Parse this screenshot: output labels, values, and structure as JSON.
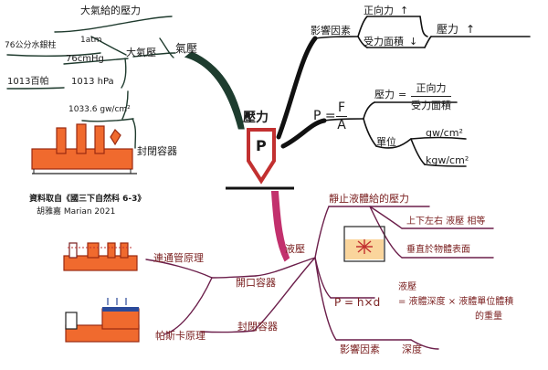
{
  "center": {
    "title": "壓力",
    "letter": "P"
  },
  "atmosphere": {
    "branch": "氣壓",
    "big": "大氣壓",
    "force_label": "大氣給的壓力",
    "atm": "1atm",
    "cmhg": "76cmHg",
    "hpa": "1013 hPa",
    "gwcm2": "1033.6 gw/cm²",
    "mercury": "76公分水銀柱",
    "baihpa": "1013百帕",
    "sealed": "封閉容器"
  },
  "influence": {
    "label": "影響因素",
    "force": "正向力",
    "area": "受力面積",
    "result": "壓力",
    "up1": "↑",
    "down1": "↓",
    "up2": "↑"
  },
  "formula": {
    "p_eq": "P =",
    "num": "F",
    "den": "A",
    "pressure": "壓力",
    "eq": "=",
    "fnum": "正向力",
    "fden": "受力面積",
    "unit_label": "單位",
    "unit1": "gw/cm²",
    "unit2": "kgw/cm²"
  },
  "source": {
    "line1": "資料取自《國三下自然科 6-3》",
    "line2": "胡雅嘉 Marian 2021"
  },
  "liquid": {
    "branch": "液壓",
    "static": "靜止液體給的壓力",
    "equal": "上下左右 液壓 相等",
    "perp": "垂直於物體表面",
    "formula_top": "液壓",
    "formula_main": "P = h×d",
    "formula_eq": "= 液體深度 × 液體單位體積",
    "formula_end": "的重量",
    "factor": "影響因素",
    "depth": "深度"
  },
  "connected": {
    "branch": "開口容器",
    "label": "連通管原理"
  },
  "pascal": {
    "branch": "封閉容器",
    "label": "帕斯卡原理"
  }
}
